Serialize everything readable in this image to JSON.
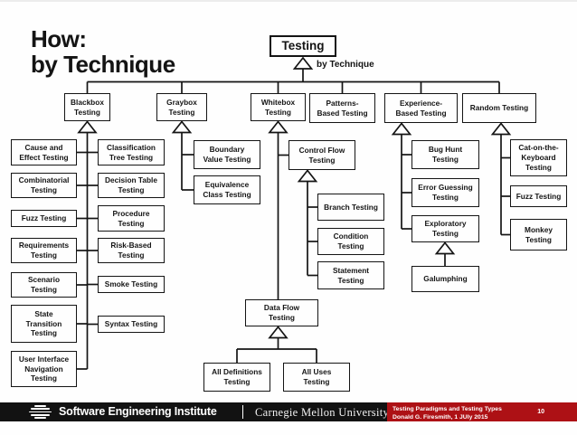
{
  "slide": {
    "title": "How:\nby Technique",
    "annotation": "by Technique"
  },
  "diagram": {
    "nodes": [
      {
        "id": "testing",
        "label": "Testing"
      },
      {
        "id": "blackbox",
        "label": "Blackbox\nTesting"
      },
      {
        "id": "graybox",
        "label": "Graybox\nTesting"
      },
      {
        "id": "whitebox",
        "label": "Whitebox\nTesting"
      },
      {
        "id": "patterns-based",
        "label": "Patterns-\nBased Testing"
      },
      {
        "id": "experience-based",
        "label": "Experience-\nBased Testing"
      },
      {
        "id": "random",
        "label": "Random Testing"
      },
      {
        "id": "cause-effect",
        "label": "Cause and\nEffect Testing"
      },
      {
        "id": "combinatorial",
        "label": "Combinatorial\nTesting"
      },
      {
        "id": "fuzz",
        "label": "Fuzz Testing"
      },
      {
        "id": "requirements",
        "label": "Requirements\nTesting"
      },
      {
        "id": "scenario",
        "label": "Scenario\nTesting"
      },
      {
        "id": "state-transition",
        "label": "State\nTransition\nTesting"
      },
      {
        "id": "ui-navigation",
        "label": "User Interface\nNavigation\nTesting"
      },
      {
        "id": "classification-tree",
        "label": "Classification\nTree Testing"
      },
      {
        "id": "decision-table",
        "label": "Decision Table\nTesting"
      },
      {
        "id": "procedure",
        "label": "Procedure\nTesting"
      },
      {
        "id": "risk-based",
        "label": "Risk-Based\nTesting"
      },
      {
        "id": "smoke",
        "label": "Smoke Testing"
      },
      {
        "id": "syntax",
        "label": "Syntax Testing"
      },
      {
        "id": "boundary-value",
        "label": "Boundary\nValue Testing"
      },
      {
        "id": "equivalence-class",
        "label": "Equivalence\nClass Testing"
      },
      {
        "id": "control-flow",
        "label": "Control Flow\nTesting"
      },
      {
        "id": "branch",
        "label": "Branch Testing"
      },
      {
        "id": "condition",
        "label": "Condition\nTesting"
      },
      {
        "id": "statement",
        "label": "Statement\nTesting"
      },
      {
        "id": "data-flow",
        "label": "Data Flow\nTesting"
      },
      {
        "id": "all-definitions",
        "label": "All Definitions\nTesting"
      },
      {
        "id": "all-uses",
        "label": "All Uses\nTesting"
      },
      {
        "id": "bug-hunt",
        "label": "Bug Hunt\nTesting"
      },
      {
        "id": "error-guessing",
        "label": "Error Guessing\nTesting"
      },
      {
        "id": "exploratory",
        "label": "Exploratory\nTesting"
      },
      {
        "id": "galumphing",
        "label": "Galumphing"
      },
      {
        "id": "cat-on-keyboard",
        "label": "Cat-on-the-\nKeyboard\nTesting"
      },
      {
        "id": "fuzz-random",
        "label": "Fuzz Testing"
      },
      {
        "id": "monkey",
        "label": "Monkey\nTesting"
      }
    ]
  },
  "footer": {
    "brand": "Software Engineering Institute",
    "university": "Carnegie Mellon University",
    "deck_title": "Testing Paradigms and Testing Types\nDonald G. Firesmith, 1 JUly 2015",
    "page_number": "10",
    "bar_color": "#121212",
    "accent_color": "#ad1115"
  }
}
